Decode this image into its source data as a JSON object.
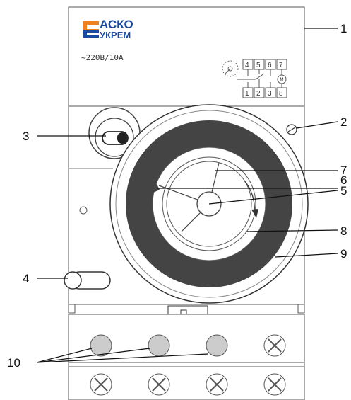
{
  "device": {
    "brand_line1": "АСКО",
    "brand_line2": "УКРЕМ",
    "rating": "~220В/10А",
    "brand_color": "#1a4aa0",
    "accent_color": "#f0821e",
    "terminal_top": [
      "4",
      "5",
      "6",
      "7"
    ],
    "terminal_bottom": [
      "1",
      "2",
      "3",
      "8"
    ],
    "motor_symbol": "M"
  },
  "callouts": [
    {
      "id": "1",
      "label": "1"
    },
    {
      "id": "2",
      "label": "2"
    },
    {
      "id": "3",
      "label": "3"
    },
    {
      "id": "4",
      "label": "4"
    },
    {
      "id": "5",
      "label": "5"
    },
    {
      "id": "6",
      "label": "6"
    },
    {
      "id": "7",
      "label": "7"
    },
    {
      "id": "8",
      "label": "8"
    },
    {
      "id": "9",
      "label": "9"
    },
    {
      "id": "10",
      "label": "10"
    }
  ]
}
